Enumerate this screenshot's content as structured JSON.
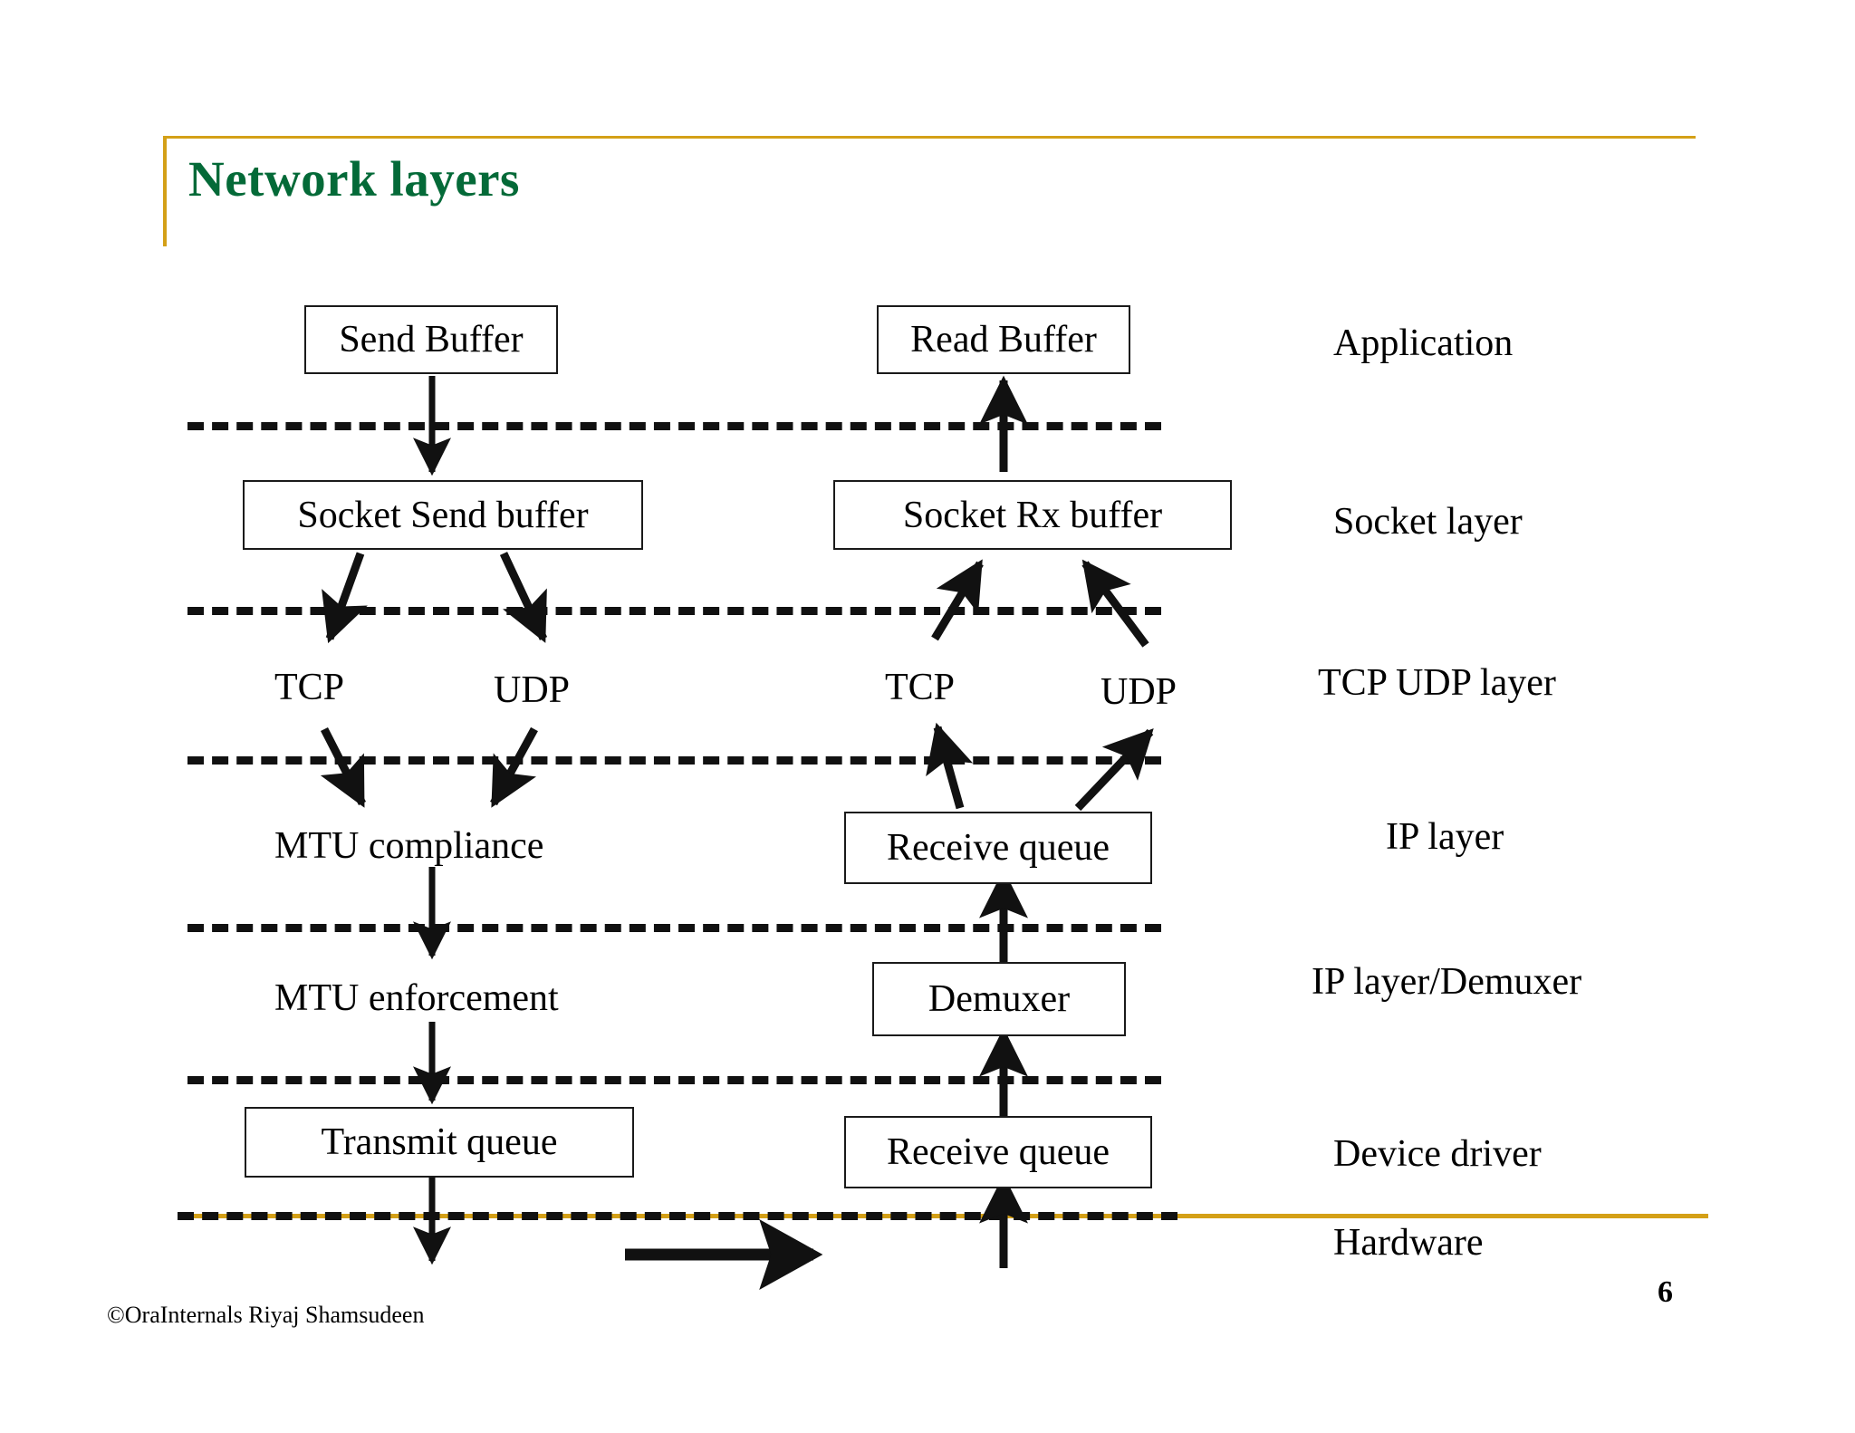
{
  "slide": {
    "title": "Network layers",
    "title_color": "#046A38",
    "accent_color": "#D4A017",
    "footer": "©OraInternals  Riyaj Shamsudeen",
    "page_number": "6"
  },
  "send_path": {
    "nodes": [
      {
        "label": "Send Buffer",
        "kind": "box"
      },
      {
        "label": "Socket Send buffer",
        "kind": "box"
      },
      {
        "label": "TCP",
        "kind": "plain"
      },
      {
        "label": "UDP",
        "kind": "plain"
      },
      {
        "label": "MTU compliance",
        "kind": "plain"
      },
      {
        "label": "MTU enforcement",
        "kind": "plain"
      },
      {
        "label": "Transmit queue",
        "kind": "box"
      }
    ]
  },
  "receive_path": {
    "nodes": [
      {
        "label": "Read Buffer",
        "kind": "box"
      },
      {
        "label": "Socket Rx buffer",
        "kind": "box"
      },
      {
        "label": "TCP",
        "kind": "plain"
      },
      {
        "label": "UDP",
        "kind": "plain"
      },
      {
        "label": "Receive queue",
        "kind": "box"
      },
      {
        "label": "Demuxer",
        "kind": "box"
      },
      {
        "label": "Receive queue",
        "kind": "box"
      }
    ]
  },
  "layer_labels": [
    {
      "label": "Application"
    },
    {
      "label": "Socket layer"
    },
    {
      "label": "TCP UDP layer"
    },
    {
      "label": "IP layer"
    },
    {
      "label": "IP layer/Demuxer"
    },
    {
      "label": "Device driver"
    },
    {
      "label": "Hardware"
    }
  ]
}
